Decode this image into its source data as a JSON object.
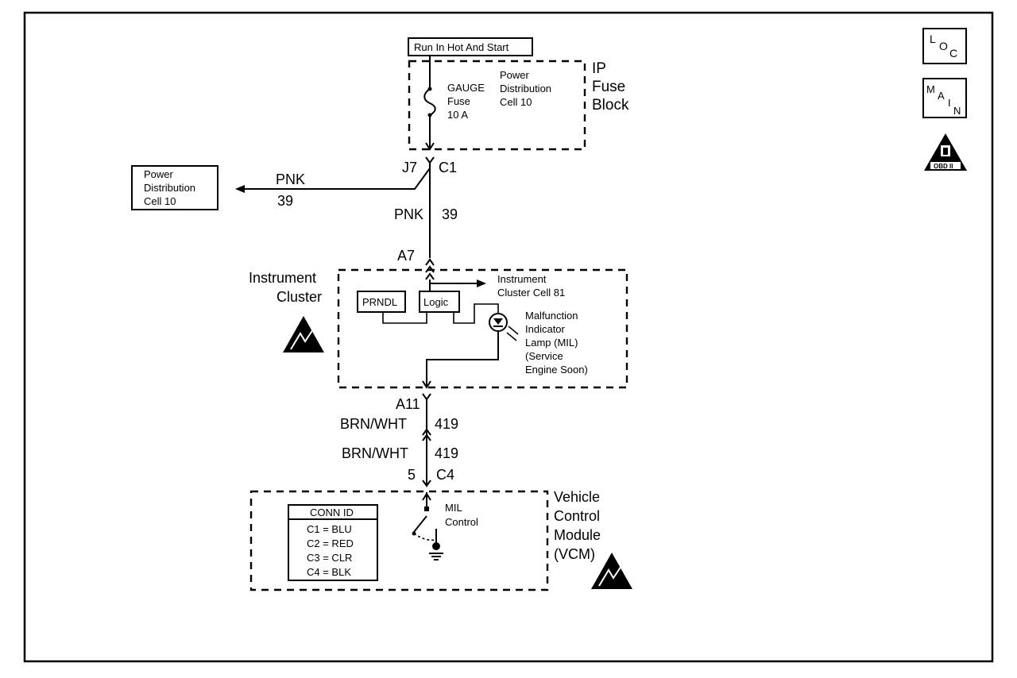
{
  "labels": {
    "run_start": "Run In Hot And Start",
    "ip": "IP",
    "fuse": "Fuse",
    "block": "Block",
    "gauge": "GAUGE",
    "fuse_small": "Fuse",
    "fuse_rating": "10 A",
    "pd_power": "Power",
    "pd_distribution": "Distribution",
    "pd_cell": "Cell 10",
    "j7": "J7",
    "c1": "C1",
    "left_pnk": "PNK",
    "left_39": "39",
    "left_power": "Power",
    "left_distribution": "Distribution",
    "left_cell": "Cell 10",
    "pnk": "PNK",
    "n39": "39",
    "a7": "A7",
    "instrument": "Instrument",
    "cluster": "Cluster",
    "prndl": "PRNDL",
    "logic": "Logic",
    "ic_cell_1": "Instrument",
    "ic_cell_2": "Cluster Cell 81",
    "mil_1": "Malfunction",
    "mil_2": "Indicator",
    "mil_3": "Lamp (MIL)",
    "mil_4": "(Service",
    "mil_5": "Engine Soon)",
    "a11": "A11",
    "brn1": "BRN/WHT",
    "n419a": "419",
    "brn2": "BRN/WHT",
    "n419b": "419",
    "n5": "5",
    "c4": "C4",
    "mil_control_1": "MIL",
    "mil_control_2": "Control",
    "vcm_1": "Vehicle",
    "vcm_2": "Control",
    "vcm_3": "Module",
    "vcm_4": "(VCM)",
    "conn_id": "CONN ID",
    "conn_c1": "C1 = BLU",
    "conn_c2": "C2 = RED",
    "conn_c3": "C3 = CLR",
    "conn_c4": "C4 = BLK",
    "loc_l": "L",
    "loc_o": "O",
    "loc_c": "C",
    "main_m": "M",
    "main_a": "A",
    "main_i": "I",
    "main_n": "N",
    "obd": "OBD II"
  }
}
